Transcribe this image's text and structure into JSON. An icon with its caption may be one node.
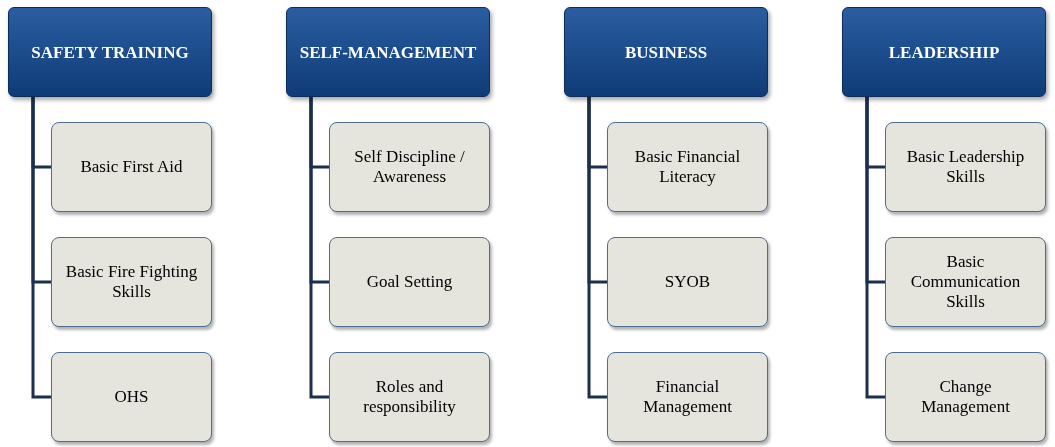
{
  "diagram": {
    "nodes": [
      {
        "text": [
          "SAFETY TRAINING"
        ]
      },
      {
        "text": [
          "Basic First Aid"
        ]
      },
      {
        "text": [
          "Basic Fire Fighting Skills"
        ]
      },
      {
        "text": [
          "OHS"
        ]
      },
      {
        "text": [
          "SELF-MANAGEMENT"
        ]
      },
      {
        "text": [
          "Self Discipline / Awareness"
        ]
      },
      {
        "text": [
          "Goal Setting"
        ]
      },
      {
        "text": [
          "Roles and responsibility"
        ]
      },
      {
        "text": [
          "BUSINESS"
        ]
      },
      {
        "text": [
          "Basic Financial Literacy"
        ]
      },
      {
        "text": [
          "SYOB"
        ]
      },
      {
        "text": [
          "Financial Management"
        ]
      },
      {
        "text": [
          "LEADERSHIP"
        ]
      },
      {
        "text": [
          "Basic Leadership Skills"
        ]
      },
      {
        "text": [
          "Basic Communication Skills"
        ]
      },
      {
        "text": [
          "Change Management"
        ]
      }
    ],
    "edges": [
      {
        "from": 0,
        "to": 1,
        "arrow": "none"
      },
      {
        "from": 0,
        "to": 2,
        "arrow": "none"
      },
      {
        "from": 0,
        "to": 3,
        "arrow": "none"
      },
      {
        "from": 4,
        "to": 5,
        "arrow": "none"
      },
      {
        "from": 4,
        "to": 6,
        "arrow": "none"
      },
      {
        "from": 4,
        "to": 7,
        "arrow": "none"
      },
      {
        "from": 8,
        "to": 9,
        "arrow": "none"
      },
      {
        "from": 8,
        "to": 10,
        "arrow": "none"
      },
      {
        "from": 8,
        "to": 11,
        "arrow": "none"
      },
      {
        "from": 12,
        "to": 13,
        "arrow": "none"
      },
      {
        "from": 12,
        "to": 14,
        "arrow": "none"
      },
      {
        "from": 12,
        "to": 15,
        "arrow": "none"
      }
    ]
  }
}
